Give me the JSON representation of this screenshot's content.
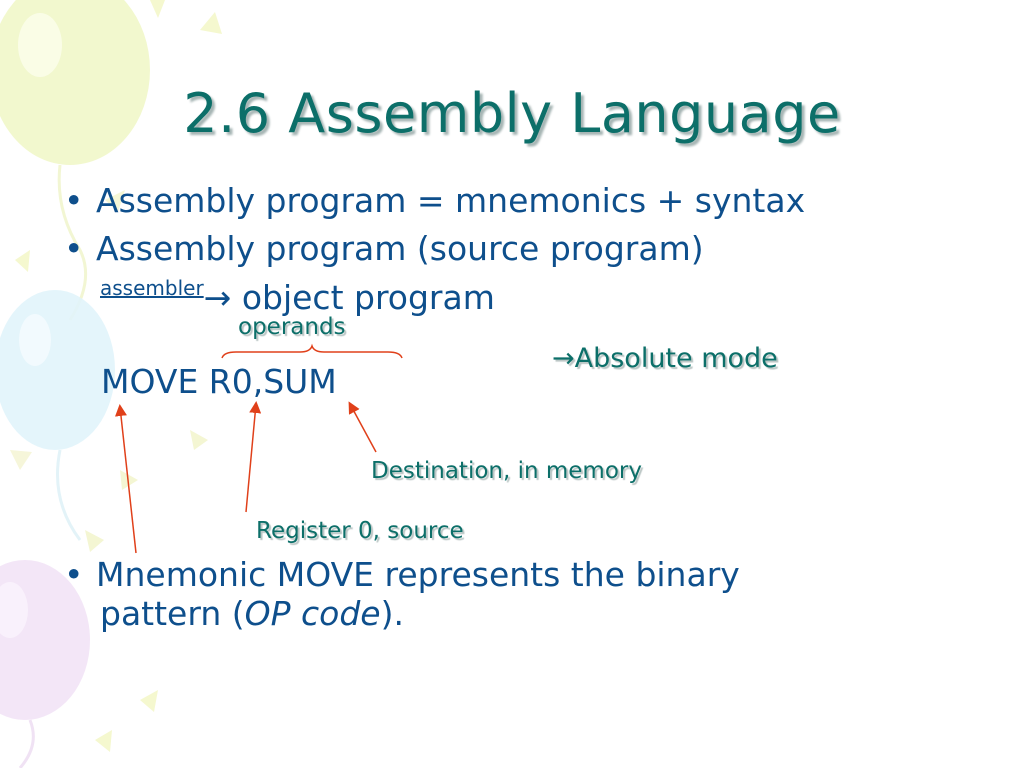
{
  "title": "2.6 Assembly Language",
  "bullets": {
    "b1": "Assembly program = mnemonics + syntax",
    "b2_line1": "Assembly program (source program)",
    "b2_assembler": "assembler",
    "b2_arrow": "→",
    "b2_line2": " object program",
    "b3_line1": "Mnemonic MOVE represents the binary",
    "b3_line2_pre": "pattern (",
    "b3_line2_em": "OP code",
    "b3_line2_post": ")."
  },
  "bullet_glyph": "•",
  "annotations": {
    "operands": "operands",
    "absolute_arrow": "→",
    "absolute_mode": "Absolute mode",
    "destination": "Destination, in memory",
    "register": "Register 0, source"
  },
  "instruction": "MOVE R0,SUM",
  "colors": {
    "title": "#0c6f69",
    "body": "#0e4f8c",
    "annotation": "#0c6f69",
    "arrows": "#e0401a"
  }
}
